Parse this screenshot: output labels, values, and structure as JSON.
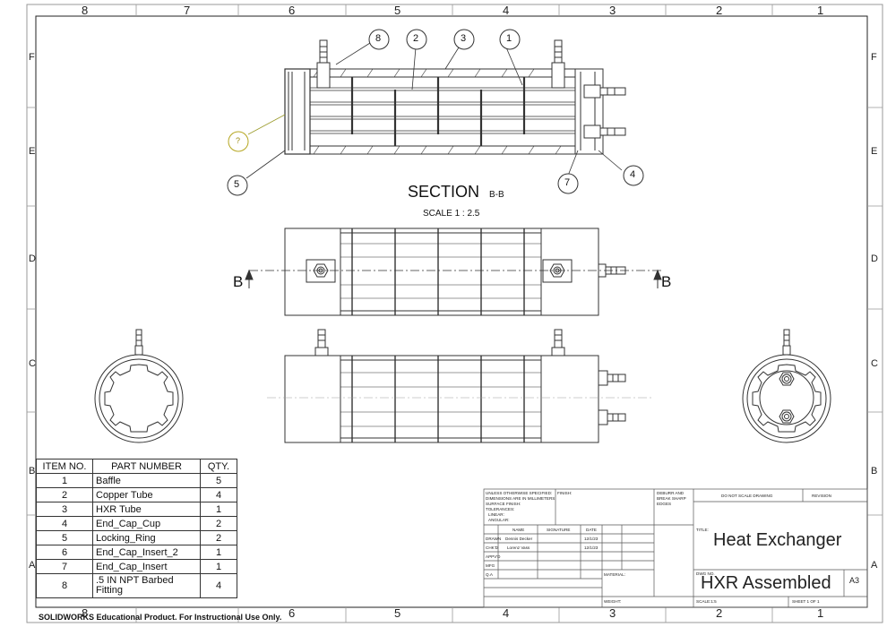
{
  "zones": {
    "columns": [
      "8",
      "7",
      "6",
      "5",
      "4",
      "3",
      "2",
      "1"
    ],
    "rows": [
      "F",
      "E",
      "D",
      "C",
      "B",
      "A"
    ]
  },
  "section": {
    "title": "SECTION",
    "sub": "B-B",
    "scale": "SCALE 1 : 2.5"
  },
  "balloons": [
    "8",
    "2",
    "3",
    "1",
    "5",
    "7",
    "4"
  ],
  "unknown_balloon": "?",
  "cut_labels": {
    "left": "B",
    "right": "B"
  },
  "bom": {
    "headers": [
      "ITEM NO.",
      "PART NUMBER",
      "QTY."
    ],
    "rows": [
      {
        "item": "1",
        "part": "Baffle",
        "qty": "5"
      },
      {
        "item": "2",
        "part": "Copper Tube",
        "qty": "4"
      },
      {
        "item": "3",
        "part": "HXR Tube",
        "qty": "1"
      },
      {
        "item": "4",
        "part": "End_Cap_Cup",
        "qty": "2"
      },
      {
        "item": "5",
        "part": "Locking_Ring",
        "qty": "2"
      },
      {
        "item": "6",
        "part": "End_Cap_Insert_2",
        "qty": "1"
      },
      {
        "item": "7",
        "part": "End_Cap_Insert",
        "qty": "1"
      },
      {
        "item": "8",
        "part": ".5 IN NPT Barbed Fitting",
        "qty": "4"
      }
    ]
  },
  "title_block": {
    "unless": "UNLESS OTHERWISE SPECIFIED:",
    "dims": "DIMENSIONS ARE IN MILLIMETERS",
    "surface": "SURFACE FINISH:",
    "tol": "TOLERANCES:",
    "linear": "LINEAR:",
    "angular": "ANGULAR:",
    "finish": "FINISH:",
    "deburr": "DEBURR AND",
    "break": "BREAK SHARP",
    "edges": "EDGES",
    "do_not_scale": "DO NOT SCALE DRAWING",
    "revision": "REVISION",
    "col_name": "NAME",
    "col_sig": "SIGNATURE",
    "col_date": "DATE",
    "drawn": "DRAWN",
    "chkd": "CHK'D",
    "appvd": "APPV'D",
    "mfg": "MFG",
    "qa": "Q.A",
    "drawn_name": "Dennis Decker",
    "chkd_name": "Lorenz Vass",
    "drawn_date": "12/1/23",
    "chkd_date": "12/1/23",
    "material": "MATERIAL:",
    "weight": "WEIGHT:",
    "title_lbl": "TITLE:",
    "title": "Heat Exchanger",
    "dwg_lbl": "DWG NO.",
    "dwg": "HXR Assembled",
    "size": "A3",
    "scale": "SCALE:1:5",
    "sheet": "SHEET 1 OF 1"
  },
  "footer_note": "SOLIDWORKS Educational Product. For Instructional Use Only."
}
